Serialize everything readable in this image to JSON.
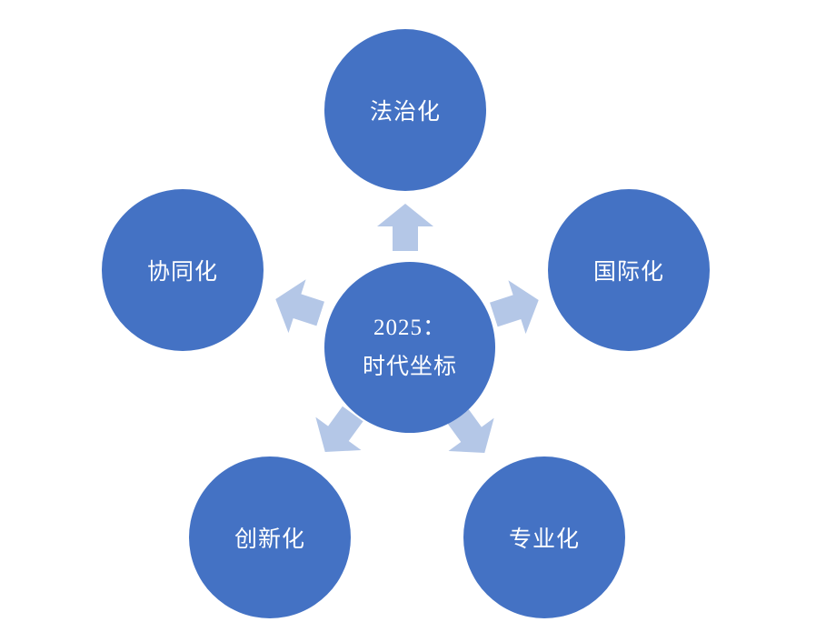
{
  "center": {
    "line1": "2025：",
    "line2": "时代坐标"
  },
  "nodes": [
    {
      "label": "法治化",
      "position": "top"
    },
    {
      "label": "协同化",
      "position": "left"
    },
    {
      "label": "国际化",
      "position": "right"
    },
    {
      "label": "创新化",
      "position": "bottom-left"
    },
    {
      "label": "专业化",
      "position": "bottom-right"
    }
  ],
  "colors": {
    "circle_fill": "#4472C4",
    "arrow_fill": "#B4C7E7",
    "text_color": "#FFFFFF",
    "background": "#FFFFFF"
  }
}
